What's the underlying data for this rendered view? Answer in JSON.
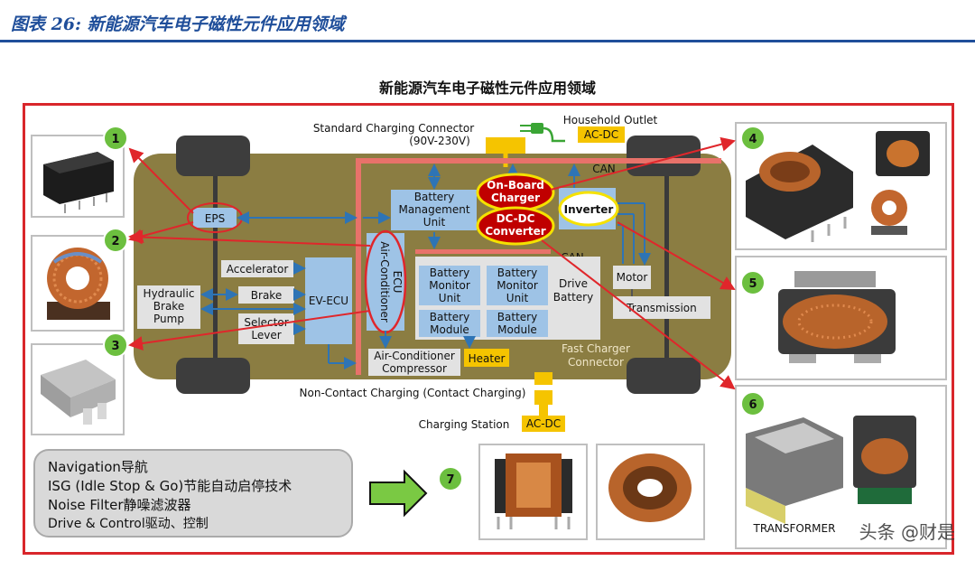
{
  "header": {
    "figure_title": "图表 26:  新能源汽车电子磁性元件应用领域",
    "diagram_title": "新能源汽车电子磁性元件应用领域"
  },
  "diagram": {
    "standard_charging": "Standard Charging Connector",
    "standard_voltage": "(90V-230V)",
    "household_outlet": "Household Outlet",
    "acdc_top": "AC-DC",
    "acdc_bottom": "AC-DC",
    "can_top": "CAN",
    "can_mid": "CAN",
    "eps": "EPS",
    "bms": [
      "Battery",
      "Management",
      "Unit"
    ],
    "obc": [
      "On-Board",
      "Charger"
    ],
    "dcdc": [
      "DC-DC",
      "Converter"
    ],
    "inverter": "Inverter",
    "accelerator": "Accelerator",
    "brake": "Brake",
    "hydraulic": [
      "Hydraulic",
      "Brake",
      "Pump"
    ],
    "selector": [
      "Selector",
      "Lever"
    ],
    "ev_ecu": "EV-ECU",
    "ac_ecu": [
      "Air-Conditioner",
      "ECU"
    ],
    "bmu1": [
      "Battery",
      "Monitor",
      "Unit"
    ],
    "bmu2": [
      "Battery",
      "Monitor",
      "Unit"
    ],
    "bmod1": [
      "Battery",
      "Module"
    ],
    "bmod2": [
      "Battery",
      "Module"
    ],
    "drive_battery": [
      "Drive",
      "Battery"
    ],
    "motor": "Motor",
    "transmission": "Transmission",
    "ac_compressor": [
      "Air-Conditioner",
      "Compressor"
    ],
    "heater": "Heater",
    "fast_charger": [
      "Fast Charger",
      "Connector"
    ],
    "non_contact": "Non-Contact Charging (Contact Charging)",
    "charging_station": "Charging Station"
  },
  "badges": [
    "1",
    "2",
    "3",
    "4",
    "5",
    "6",
    "7"
  ],
  "applications": [
    "Navigation导航",
    "ISG (Idle Stop & Go)节能自动启停技术",
    "Noise Filter静噪滤波器",
    "Drive & Control驱动、控制"
  ],
  "photo6_caption": "TRANSFORMER",
  "watermark": "头条 @财是",
  "colors": {
    "chassis": "#8b7d42",
    "box_blue": "#9ec3e6",
    "arrow_blue": "#2e74b5",
    "red": "#e0262b",
    "yellow": "#f5c400",
    "green_badge": "#6cbf3f",
    "grey_box": "#d9d9d9"
  }
}
